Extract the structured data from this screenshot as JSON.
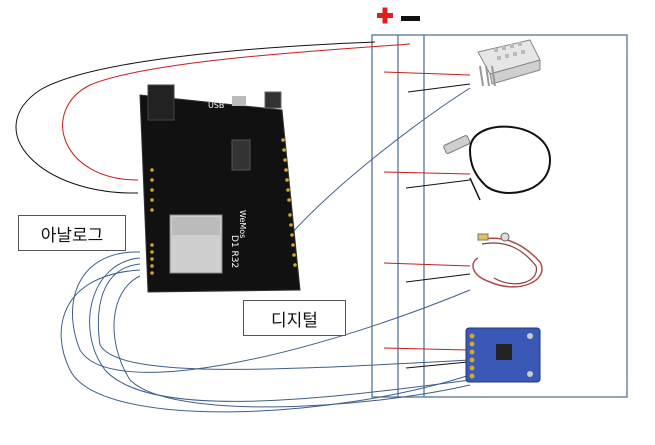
{
  "labels": {
    "analog": "아날로그",
    "digital": "디지털"
  },
  "power_rail": {
    "plus_symbol": "+",
    "minus_symbol": "−",
    "plus_color": "#e01e1e",
    "minus_color": "#111111"
  },
  "board": {
    "usb_label": "USB",
    "model_label": "D1 R32",
    "logo_text": "WeMos"
  },
  "colors": {
    "red_wire": "#c81e1e",
    "black_wire": "#111111",
    "blue_wire": "#3f5f8c",
    "frame": "#4a6a8a",
    "board": "#111111",
    "header_pin": "#d4a62a"
  }
}
